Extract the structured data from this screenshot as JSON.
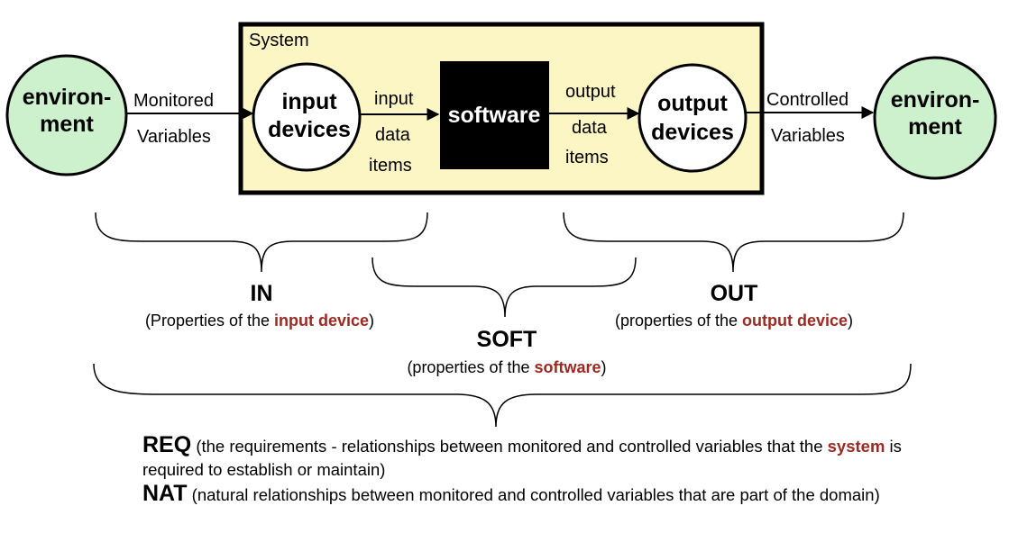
{
  "system": {
    "title": "System"
  },
  "nodes": {
    "env_left": {
      "line1": "environ-",
      "line2": "ment"
    },
    "env_right": {
      "line1": "environ-",
      "line2": "ment"
    },
    "input_devices": {
      "line1": "input",
      "line2": "devices"
    },
    "software": {
      "label": "software"
    },
    "output_devices": {
      "line1": "output",
      "line2": "devices"
    }
  },
  "edges": {
    "monitored": {
      "line1": "Monitored",
      "line2": "Variables"
    },
    "input_data": {
      "line1": "input",
      "line2": "data",
      "line3": "items"
    },
    "output_data": {
      "line1": "output",
      "line2": "data",
      "line3": "items"
    },
    "controlled": {
      "line1": "Controlled",
      "line2": "Variables"
    }
  },
  "groups": {
    "in": {
      "title": "IN",
      "pre": "(Properties of the ",
      "highlight": "input device",
      "post": ")"
    },
    "soft": {
      "title": "SOFT",
      "pre": "(properties of the ",
      "highlight": "software",
      "post": ")"
    },
    "out": {
      "title": "OUT",
      "pre": "(properties of the ",
      "highlight": "output device",
      "post": ")"
    }
  },
  "definitions": {
    "req": {
      "keyword": "REQ",
      "pre": " (the requirements - relationships between monitored and controlled variables that the ",
      "highlight": "system",
      "post": " is required to establish or maintain)"
    },
    "nat": {
      "keyword": "NAT",
      "text": " (natural relationships between monitored and controlled variables that are part of the domain)"
    }
  },
  "colors": {
    "environment_fill": "#cdf0cd",
    "system_fill": "#fcf6c4",
    "software_fill": "#000000",
    "highlight_text": "#9a2a22"
  }
}
